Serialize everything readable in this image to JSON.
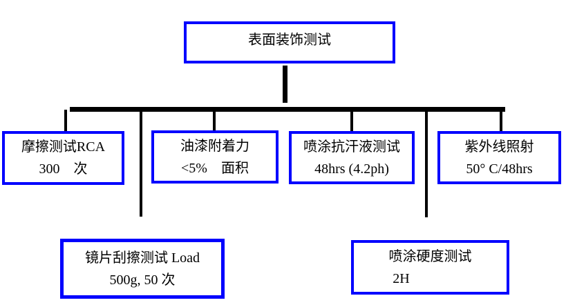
{
  "diagram": {
    "title": "表面装饰测试",
    "colors": {
      "box_border": "#0000fe",
      "connector": "#000000",
      "text": "#000000",
      "background": "#ffffff"
    },
    "root_node": {
      "label": "表面装饰测试"
    },
    "nodes": [
      {
        "id": "rca-friction-test",
        "line1": "摩擦测试RCA",
        "line2": "300　次"
      },
      {
        "id": "paint-adhesion",
        "line1": "油漆附着力",
        "line2": "<5%　面积"
      },
      {
        "id": "sweat-resistance-test",
        "line1": "喷涂抗汗液测试",
        "line2": "48hrs (4.2ph)"
      },
      {
        "id": "uv-exposure",
        "line1": "紫外线照射",
        "line2": "50° C/48hrs"
      },
      {
        "id": "lens-scratch-test",
        "line1": "镜片刮擦测试 Load",
        "line2": "500g, 50 次"
      },
      {
        "id": "coating-hardness-test",
        "line1": "喷涂硬度测试",
        "line2": "2H"
      }
    ]
  }
}
